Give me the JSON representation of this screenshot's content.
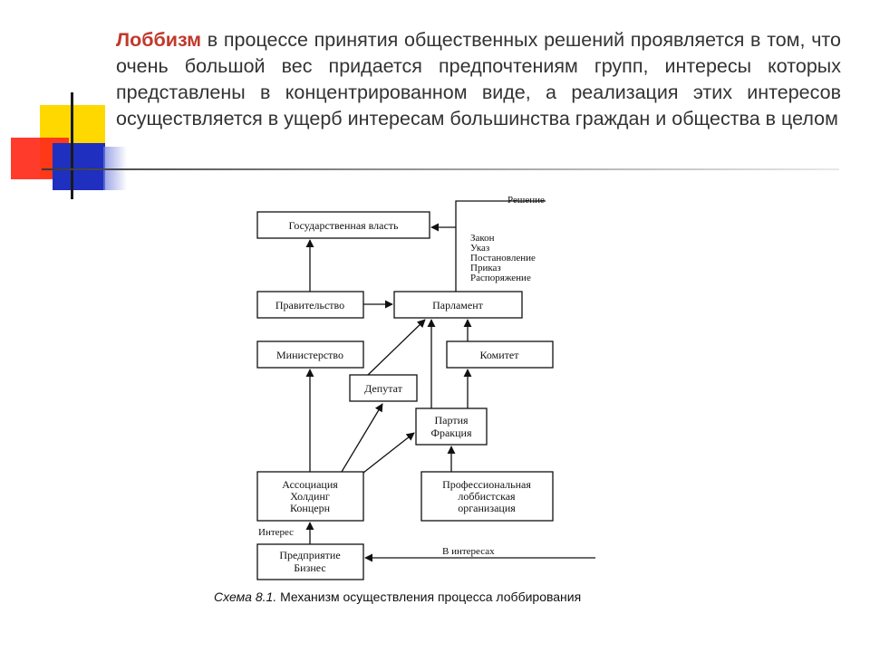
{
  "heading": {
    "keyword": "Лоббизм",
    "text": " в процессе принятия общественных решений проявляется в том, что очень большой вес придается предпочтениям групп, интересы которых представлены в концентрированном виде, а реализация этих интересов осуществляется в ущерб интересам большинства граждан и общества в целом"
  },
  "diagram": {
    "nodes": {
      "state_power": "Государственная власть",
      "government": "Правительство",
      "parliament": "Парламент",
      "ministry": "Министерство",
      "committee": "Комитет",
      "deputy": "Депутат",
      "party": [
        "Партия",
        "Фракция"
      ],
      "association": [
        "Ассоциация",
        "Холдинг",
        "Концерн"
      ],
      "lobby_org": [
        "Профессиональная",
        "лоббистская",
        "организация"
      ],
      "enterprise": [
        "Предприятие",
        "Бизнес"
      ]
    },
    "labels": {
      "decision": "Решение",
      "acts": [
        "Закон",
        "Указ",
        "Постановление",
        "Приказ",
        "Распоряжение"
      ],
      "interest": "Интерес",
      "in_interests": "В интересах"
    }
  },
  "caption": {
    "figure": "Схема 8.1.",
    "text": " Механизм осуществления процесса лоббирования"
  }
}
